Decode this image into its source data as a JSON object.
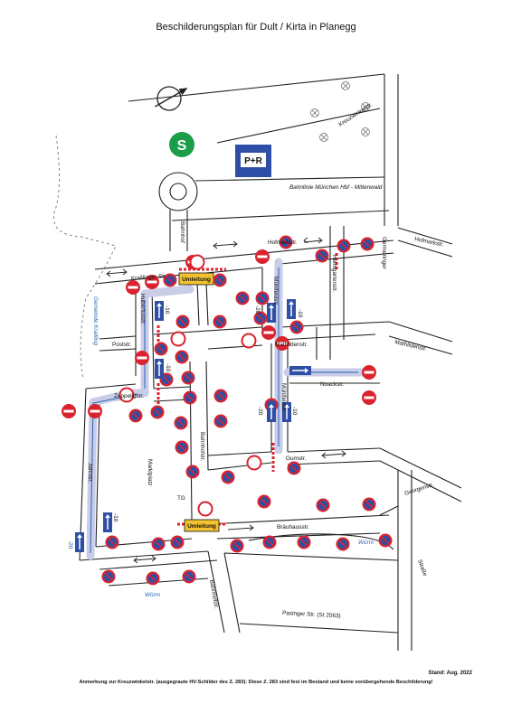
{
  "title": "Beschilderungsplan für Dult / Kirta in Planegg",
  "footer": {
    "stand": "Stand: Aug. 2022",
    "note": "Anmerkung zur Kreuzwinkelstr. (ausgegraute HV-Schilder des Z. 283): Diese Z. 283 sind fest im Bestand und keine vorübergehende Beschilderung!"
  },
  "map": {
    "streets": {
      "kreuzwinkel": "Kreuzwinkelstr.",
      "bahnlinie": "Bahnlinie München Hbf - Mittenwald",
      "bahnhof": "Bahnhof",
      "hofmark1": "Hofmarkstr.",
      "hofmark2": "Hofmarkstr.",
      "kraillinger": "Kraillinger Str.",
      "germeringer": "Germeringer",
      "heimgarten": "Heimgartenstr.",
      "muehlfeld1": "Mühlfeldstr.",
      "muehlfeld2": "Mühlfeldstr.",
      "post": "Poststr.",
      "hubertus": "Hubertusstr.",
      "mathilden1": "Mathildenstr.",
      "mathilden2": "Mathildenstr.",
      "noack": "Noackstr.",
      "zeppelin": "Zeppelinstr.",
      "bahnhofstr1": "Bahnhofstr.",
      "bahnhofstr2": "Bahnhofstr.",
      "gum": "Gumstr.",
      "georgen": "Georgenstr.",
      "jahn": "Jahnstr.",
      "markt": "Marktplatz",
      "tg": "TG",
      "braeuhaus": "Bräuhausstr.",
      "strasse": "Straße",
      "pasinger": "Pasinger Str. (St 2063)"
    },
    "areas": {
      "gemeinde": "Gemeinde Krailling"
    },
    "water": {
      "wuerm1": "Würm",
      "wuerm2": "Würm"
    },
    "signs": {
      "umleitung1": "Umleitung",
      "umleitung2": "Umleitung",
      "s_bahn": "S",
      "pr": "P+R",
      "speed20": "-20",
      "speed10": "-10"
    },
    "colors": {
      "sign_red": "#d9232e",
      "no_parking_blue": "#2f4fa6",
      "detour_yellow": "#f2c230",
      "sbahn_green": "#1a9e4a",
      "route_lilac": "#c9cde8",
      "water_blue": "#2a63b8"
    }
  }
}
